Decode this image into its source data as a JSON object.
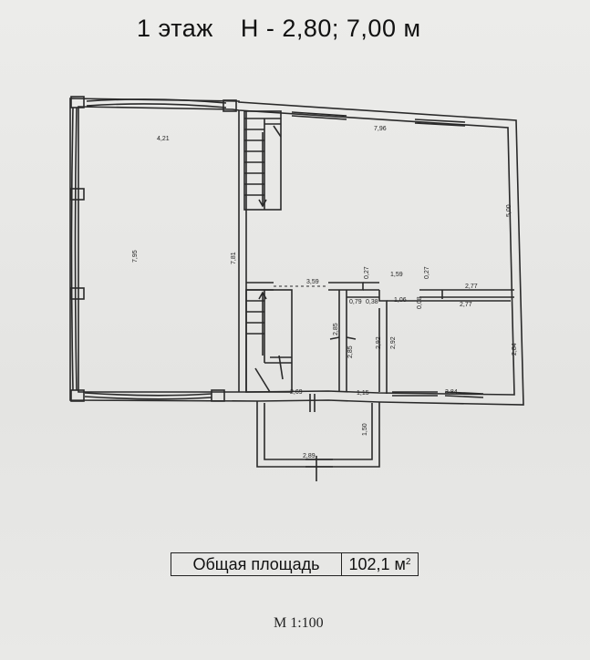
{
  "title": {
    "floor": "1 этаж",
    "heights": "H - 2,80; 7,00 м"
  },
  "dimensions": {
    "d_4_21": "4,21",
    "d_7_95": "7,95",
    "d_7_81": "7,81",
    "d_7_96": "7,96",
    "d_5_00": "5,00",
    "d_3_59": "3,59",
    "d_0_27a": "0,27",
    "d_1_59": "1,59",
    "d_0_27b": "0,27",
    "d_2_77a": "2,77",
    "d_2_77b": "2,77",
    "d_0_79": "0,79",
    "d_0_38": "0,38",
    "d_1_06": "1,06",
    "d_0_08": "0,08",
    "d_2_85a": "2,85",
    "d_2_85b": "2,85",
    "d_2_92a": "2,92",
    "d_2_92b": "2,92",
    "d_2_84": "2,84",
    "d_2_69": "2,69",
    "d_1_15": "1,15",
    "d_3_84": "3,84",
    "d_1_50": "1,50",
    "d_2_89": "2,89"
  },
  "area": {
    "label": "Общая площадь",
    "value": "102,1 м",
    "unit_sup": "2"
  },
  "scale": "М 1:100"
}
